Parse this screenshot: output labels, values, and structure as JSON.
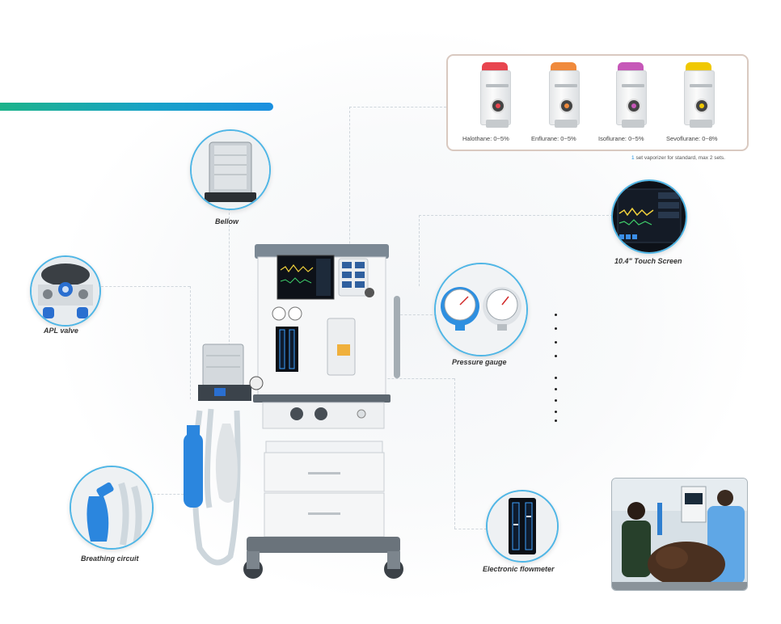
{
  "vaporizers": [
    {
      "name": "Halothane: 0~5%",
      "color": "#e8454f"
    },
    {
      "name": "Enflurane: 0~5%",
      "color": "#f08a3c"
    },
    {
      "name": "Isoflurane: 0~5%",
      "color": "#c657b8"
    },
    {
      "name": "Sevoflurane: 0~8%",
      "color": "#f0c800"
    }
  ],
  "vaporizer_note_prefix": "1",
  "vaporizer_note": "set vaporizer for standard, max 2 sets.",
  "features": {
    "bellow": "Bellow",
    "apl_valve": "APL valve",
    "touch_screen": "10.4\" Touch Screen",
    "pressure_gauge": "Pressure gauge",
    "breathing_circuit": "Breathing circuit",
    "electronic_flowmeter": "Electronic flowmeter"
  },
  "colors": {
    "accent_start": "#1bb38a",
    "accent_end": "#1a8fe0",
    "circle_border": "#4fb6e6"
  },
  "icons": [
    "anesthesia-machine-illustration",
    "bellow-icon",
    "apl-valve-icon",
    "touch-screen-icon",
    "pressure-gauge-icon",
    "breathing-circuit-icon",
    "flowmeter-icon",
    "veterinary-photo"
  ]
}
